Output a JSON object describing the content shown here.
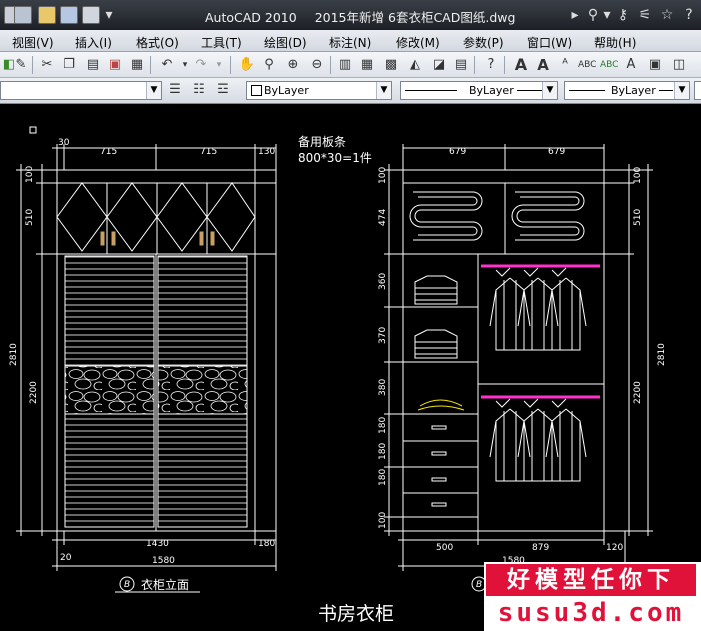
{
  "window": {
    "app_name": "AutoCAD 2010",
    "document": "2015年新增 6套衣柜CAD图纸.dwg"
  },
  "menu": [
    "视图(V)",
    "插入(I)",
    "格式(O)",
    "工具(T)",
    "绘图(D)",
    "标注(N)",
    "修改(M)",
    "参数(P)",
    "窗口(W)",
    "帮助(H)"
  ],
  "layers_bar": {
    "color": "ByLayer",
    "linetype": "ByLayer",
    "lineweight": "ByLayer"
  },
  "drawing": {
    "spare_board_title": "备用板条",
    "spare_board_spec": "800*30=1件",
    "left_caption_num": "B",
    "left_caption": "衣柜立面",
    "right_caption_num": "B",
    "main_title": "书房衣柜",
    "dims": {
      "top_left": "30",
      "top_mid1": "715",
      "top_mid2": "715",
      "top_right": "130",
      "v_100": "100",
      "v_510": "510",
      "v_2200": "2200",
      "v_2810": "2810",
      "bottom_inner": "1430",
      "bottom_right": "180",
      "bottom_left": "20",
      "bottom_total": "1580",
      "r_top1": "679",
      "r_top2": "679",
      "r_v100": "100",
      "r_v474": "474",
      "r_v360": "360",
      "r_v370": "370",
      "r_v380": "380",
      "r_v180a": "180",
      "r_v180b": "180",
      "r_v180c": "180",
      "r_v100b": "100",
      "r_right100": "100",
      "r_right510": "510",
      "r_right2200": "2200",
      "r_right2810": "2810",
      "r_bot500": "500",
      "r_bot879": "879",
      "r_bot120": "120",
      "r_bot1580": "1580"
    }
  },
  "watermark": {
    "line1": "好模型任你下",
    "line2": "susu3d.com"
  },
  "colors": {
    "canvas": "#000000",
    "drawing_lines": "#ffffff",
    "rail_magenta": "#ff33cc",
    "hanger_yellow": "#f2e600",
    "watermark_red": "#e1123a"
  }
}
